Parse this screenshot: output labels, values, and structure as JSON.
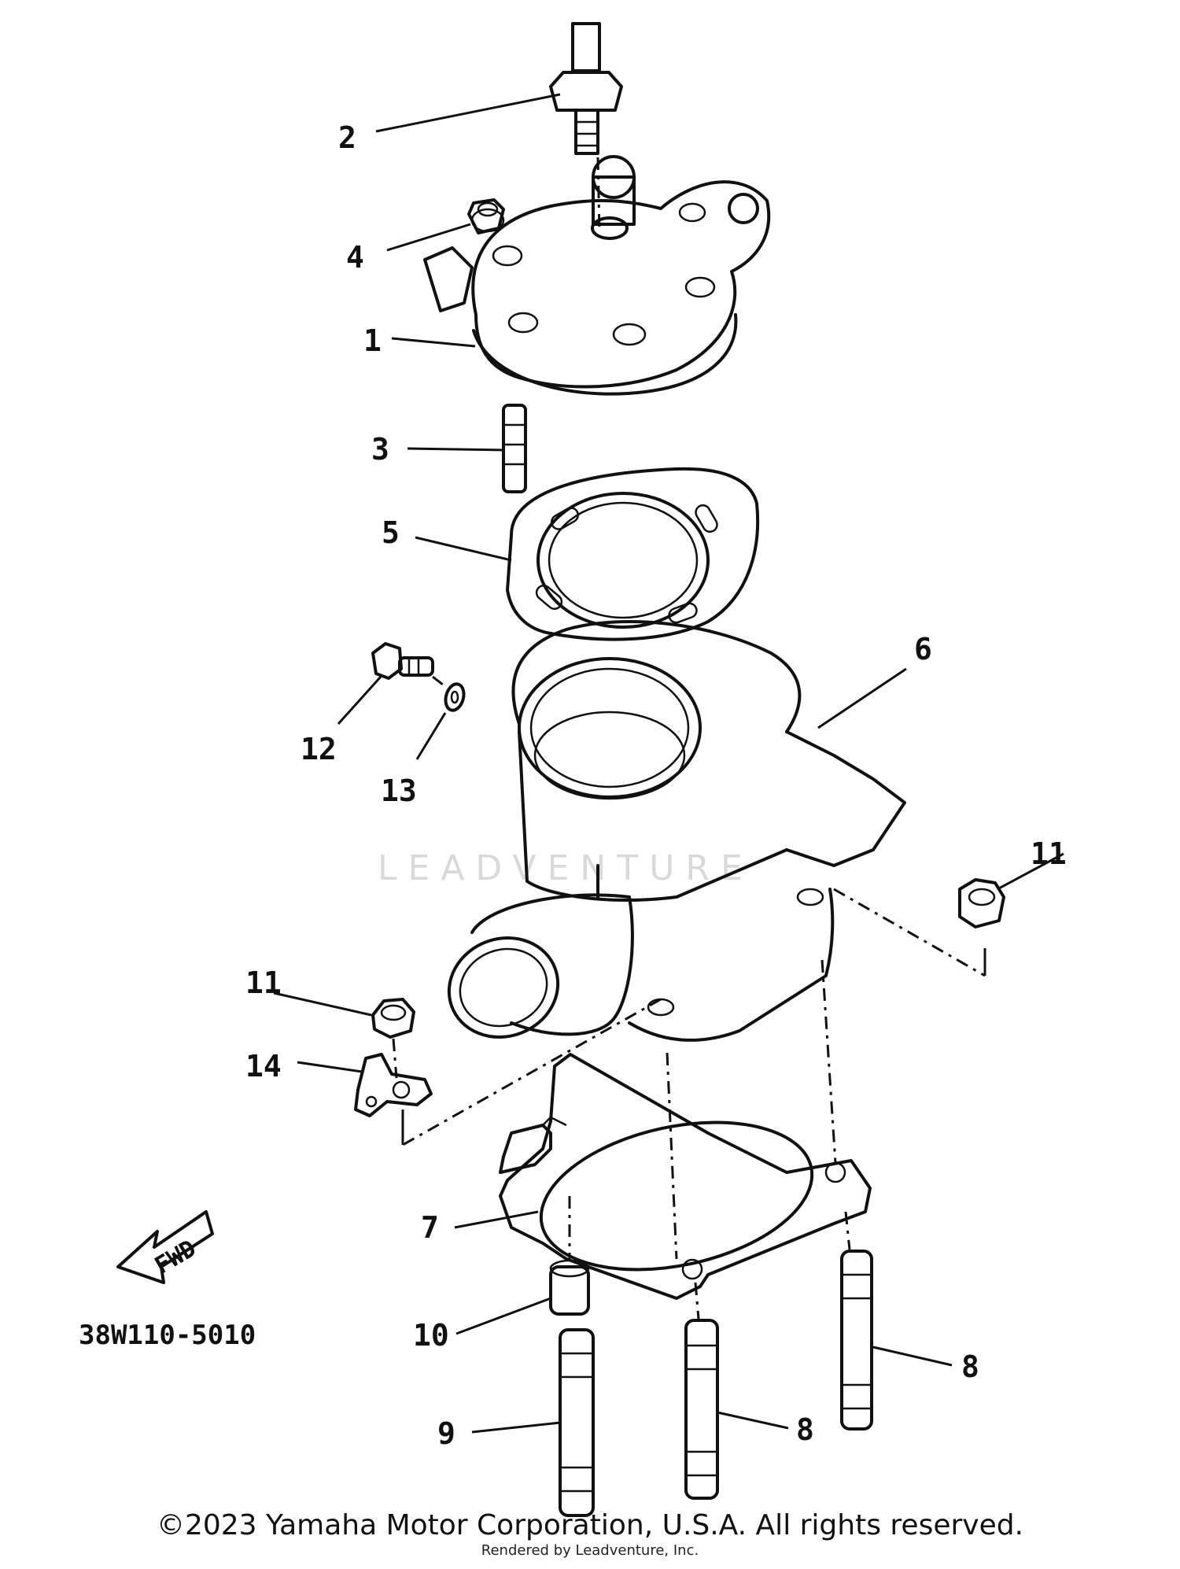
{
  "diagram_code": "38W110-5010",
  "direction_label": "FWD",
  "watermark": "LEADVENTURE",
  "copyright": "©2023 Yamaha Motor Corporation, U.S.A. All rights reserved.",
  "rendered_by": "Rendered by Leadventure, Inc.",
  "callouts": {
    "c1": "1",
    "c2": "2",
    "c3": "3",
    "c4": "4",
    "c5": "5",
    "c6": "6",
    "c7": "7",
    "c8a": "8",
    "c8b": "8",
    "c9": "9",
    "c10": "10",
    "c11a": "11",
    "c11b": "11",
    "c12": "12",
    "c13": "13",
    "c14": "14"
  }
}
